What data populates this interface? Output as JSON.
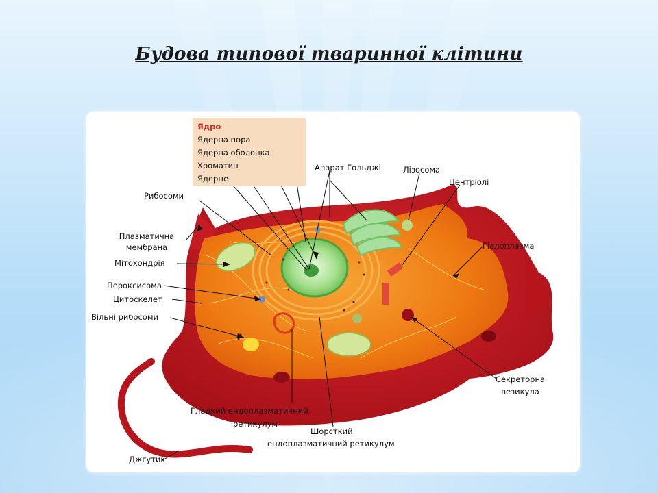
{
  "title": "Будова типової тваринної клітини",
  "nucleus_box": {
    "heading": "Ядро",
    "items": [
      "Ядерна пора",
      "Ядерна оболонка",
      "Хроматин",
      "Ядерце"
    ]
  },
  "labels": {
    "golgi": "Апарат Гольджі",
    "lysosome": "Лізосома",
    "centrioles": "Центріолі",
    "ribosomes": "Рибосоми",
    "plasma_membrane_1": "Плазматична",
    "plasma_membrane_2": "мембрана",
    "mitochondrion": "Мітохондрія",
    "hyaloplasm": "Гіалоплазма",
    "peroxisome": "Пероксисома",
    "cytoskeleton": "Цитоскелет",
    "free_ribosomes": "Вільні рибосоми",
    "secretory_vesicle_1": "Секреторна",
    "secretory_vesicle_2": "везикула",
    "smooth_er_1": "Гладкий ендоплазматичний",
    "smooth_er_2": "ретикулум",
    "rough_er_1": "Шорсткий",
    "rough_er_2": "ендоплазматичний ретикулум",
    "flagellum": "Джгутик"
  },
  "colors": {
    "membrane": "#b8141c",
    "cytoplasm": "#ee7a12",
    "cytoplasm_light": "#f6a435",
    "nucleus": "#7fd06a",
    "er": "#f2b34a",
    "label_box": "#f7dcbf",
    "nucleus_heading": "#c8302a"
  }
}
